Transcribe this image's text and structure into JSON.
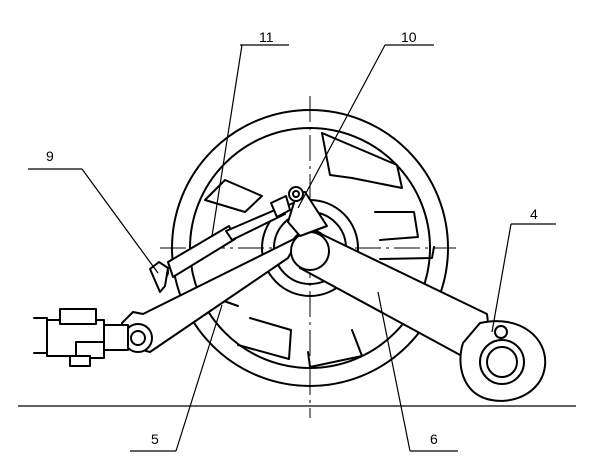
{
  "labels": {
    "l4": "4",
    "l5": "5",
    "l6": "6",
    "l9": "9",
    "l10": "10",
    "l11": "11"
  }
}
